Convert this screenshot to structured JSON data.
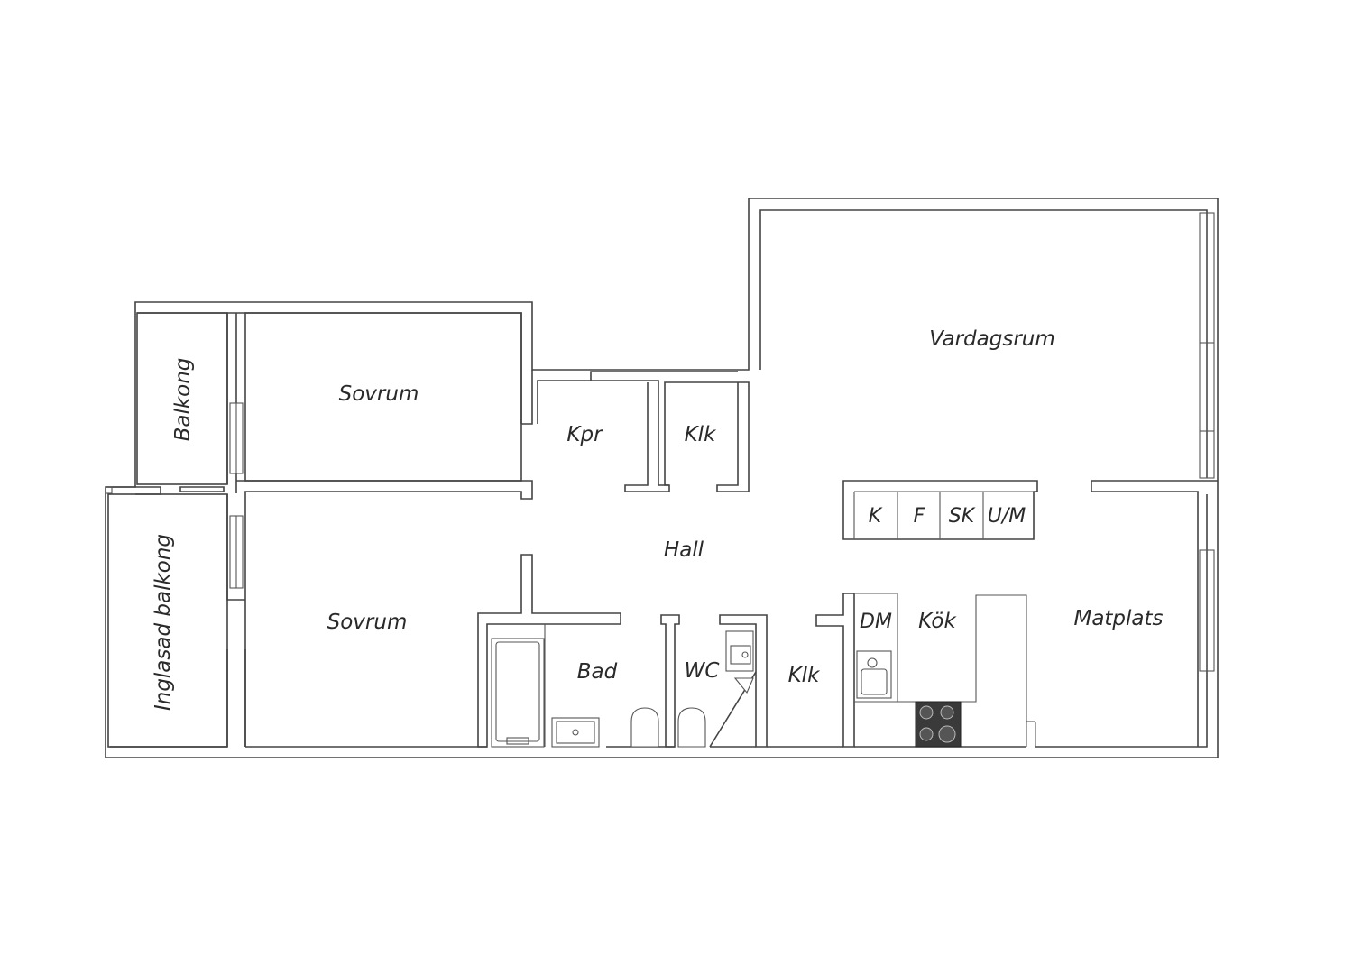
{
  "rooms": {
    "vardagsrum": "Vardagsrum",
    "sovrum_top": "Sovrum",
    "sovrum_bottom": "Sovrum",
    "balkong": "Balkong",
    "inglasad_balkong": "Inglasad balkong",
    "kpr": "Kpr",
    "klk_top": "Klk",
    "klk_bottom": "Klk",
    "hall": "Hall",
    "bad": "Bad",
    "wc": "WC",
    "kok": "Kök",
    "dm": "DM",
    "matplats": "Matplats"
  },
  "appliances": {
    "k": "K",
    "f": "F",
    "sk": "SK",
    "um": "U/M"
  },
  "colors": {
    "wall": "#444444",
    "stove": "#3a3a3a",
    "background": "#ffffff"
  }
}
